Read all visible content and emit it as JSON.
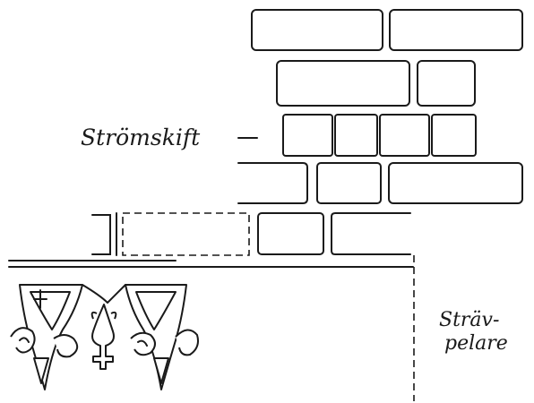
{
  "labels": {
    "course": "Strömskift",
    "buttress_line1": "Sträv-",
    "buttress_line2": "pelare"
  },
  "colors": {
    "ink": "#1a1a1a",
    "paper": "#ffffff"
  }
}
